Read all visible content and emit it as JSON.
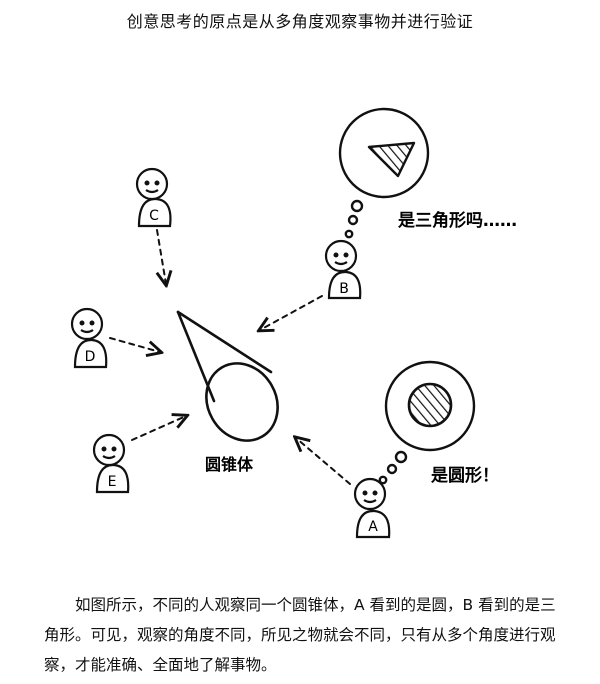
{
  "title": "创意思考的原点是从多角度观察事物并进行验证",
  "labels": {
    "person_a": "A",
    "person_b": "B",
    "person_c": "C",
    "person_d": "D",
    "person_e": "E",
    "cone": "圆锥体",
    "speech_b": "是三角形吗……",
    "speech_a": "是圆形！"
  },
  "caption": "如图所示，不同的人观察同一个圆锥体，A 看到的是圆，B 看到的是三角形。可见，观察的角度不同，所见之物就会不同，只有从多个角度进行观察，才能准确、全面地了解事物。"
}
